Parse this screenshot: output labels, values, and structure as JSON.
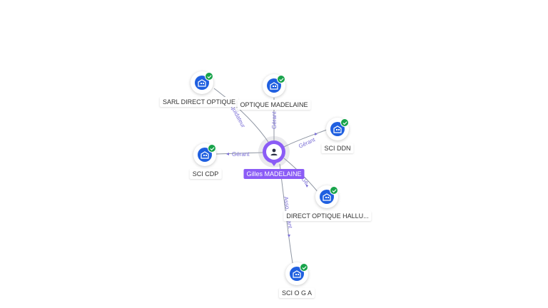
{
  "colors": {
    "accent": "#8b5cf6",
    "company": "#1f5fe0",
    "verified": "#17a34a",
    "edge": "#8f96a3",
    "edge_label": "#7b6fd6"
  },
  "center": {
    "name": "Gilles MADELAINE",
    "icon": "person-icon"
  },
  "nodes": [
    {
      "name": "SARL DIRECT OPTIQUE",
      "icon": "building-icon",
      "badge": "check-icon"
    },
    {
      "name": "OPTIQUE MADELAINE",
      "icon": "building-icon",
      "badge": "check-icon"
    },
    {
      "name": "SCI DDN",
      "icon": "building-icon",
      "badge": "check-icon"
    },
    {
      "name": "SCI CDP",
      "icon": "building-icon",
      "badge": "check-icon"
    },
    {
      "name": "DIRECT OPTIQUE HALLU...",
      "icon": "building-icon",
      "badge": "check-icon"
    },
    {
      "name": "SCI O G A",
      "icon": "building-icon",
      "badge": "check-icon"
    }
  ],
  "edges": [
    {
      "label": "liquidateur"
    },
    {
      "label": "Gérant"
    },
    {
      "label": "Gérant"
    },
    {
      "label": "Gérant"
    },
    {
      "label": "Gé"
    },
    {
      "label": "Asso. gérant"
    }
  ]
}
